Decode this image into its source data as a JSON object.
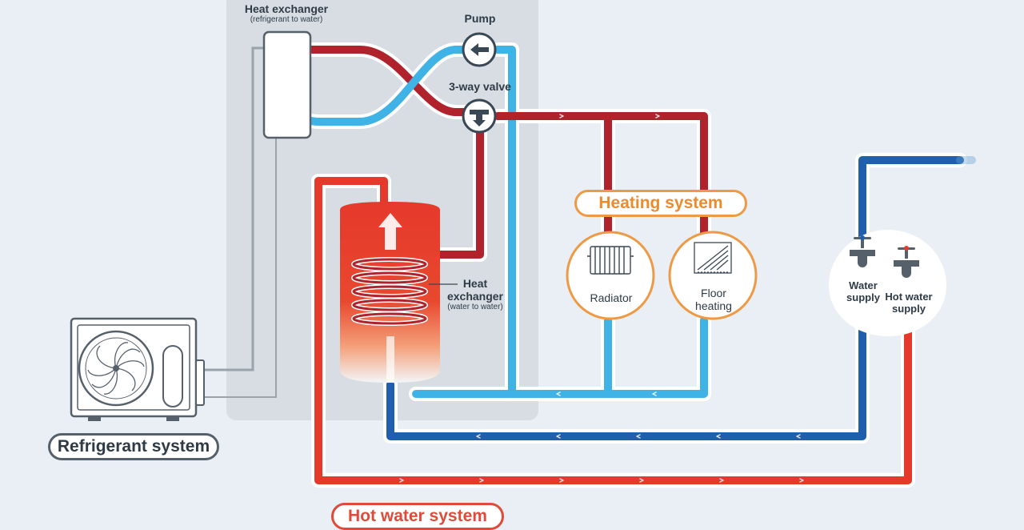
{
  "title": "",
  "colors": {
    "hot": "#e5392c",
    "hot_dark": "#b0232c",
    "cold_light": "#3fb2e6",
    "cold_dark": "#1f5fae",
    "gray_line": "#9aa3ab",
    "panel": "#d7dde3",
    "accent_orange": "#ee9a45",
    "text": "#2e3b47"
  },
  "labels": {
    "heat_exchanger_top": "Heat exchanger",
    "heat_exchanger_top_sub": "(refrigerant to water)",
    "pump": "Pump",
    "three_way_valve": "3-way valve",
    "heating_system": "Heating system",
    "radiator": "Radiator",
    "floor_heating_line1": "Floor",
    "floor_heating_line2": "heating",
    "heat_exchanger_tank_line1": "Heat",
    "heat_exchanger_tank_line2": "exchanger",
    "heat_exchanger_tank_sub": "(water to water)",
    "water_supply_line1": "Water",
    "water_supply_line2": "supply",
    "hot_water_supply_line1": "Hot water",
    "hot_water_supply_line2": "supply",
    "refrigerant_system": "Refrigerant system",
    "hot_water_system": "Hot water system"
  },
  "icons": {
    "outdoor_unit": "heat-pump-outdoor-unit-icon",
    "fan": "fan-icon",
    "pump": "pump-arrow-icon",
    "valve": "three-way-valve-icon",
    "tank": "hot-water-tank-icon",
    "radiator": "radiator-icon",
    "floor": "floor-heating-icon",
    "tap": "water-tap-icon"
  }
}
